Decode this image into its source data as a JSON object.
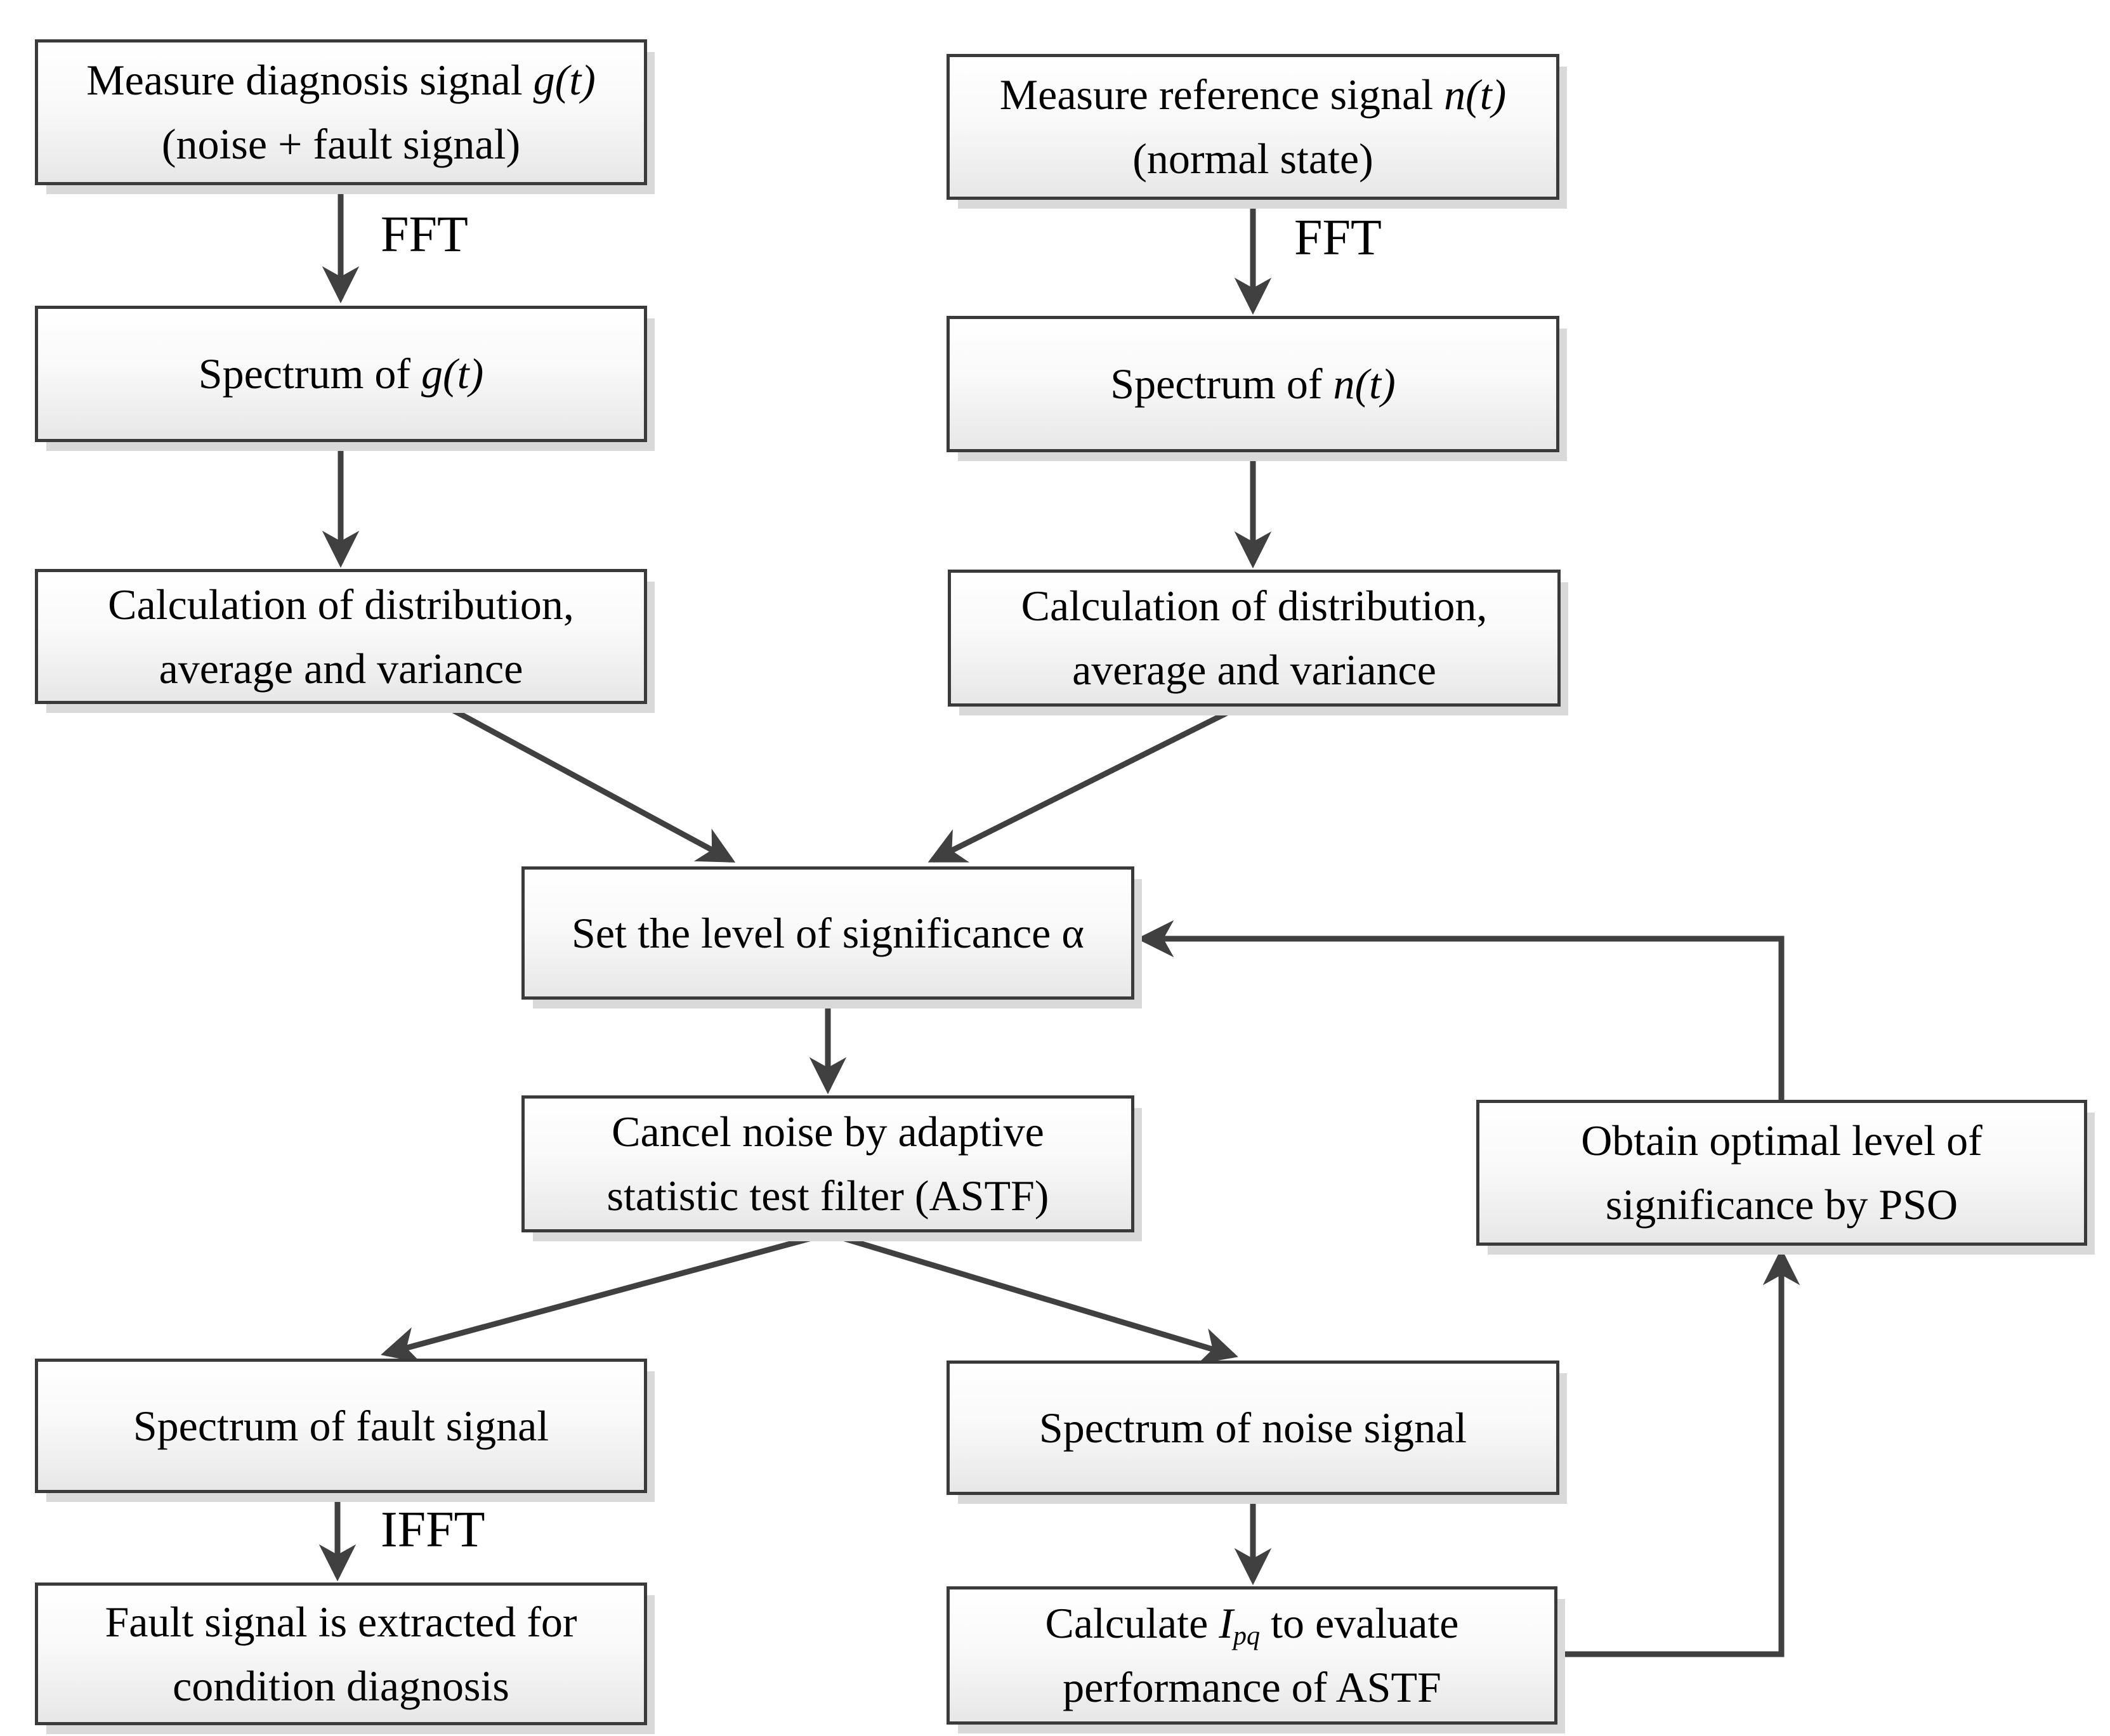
{
  "figure": {
    "title": "ASTF fault-signal extraction flowchart",
    "colors": {
      "box_border": "#3a3a3a",
      "arrow": "#404040",
      "box_fill_top": "#ffffff",
      "box_fill_bottom": "#e7e7e7",
      "shadow": "#d9d9d9",
      "text": "#000000"
    }
  },
  "boxes": {
    "measure_diagnosis": {
      "line1_prefix": "Measure diagnosis signal ",
      "line1_var": "g(t)",
      "line2": "(noise + fault signal)"
    },
    "measure_reference": {
      "line1_prefix": "Measure reference signal ",
      "line1_var": "n(t)",
      "line2": "(normal state)"
    },
    "spectrum_g": {
      "prefix": "Spectrum of ",
      "var": "g(t)"
    },
    "spectrum_n": {
      "prefix": "Spectrum of ",
      "var": "n(t)"
    },
    "calc_dist_left": {
      "line1": "Calculation of distribution,",
      "line2": "average and variance"
    },
    "calc_dist_right": {
      "line1": "Calculation of distribution,",
      "line2": "average and variance"
    },
    "set_level": {
      "label": "Set the level of significance  α"
    },
    "cancel_noise": {
      "line1": "Cancel noise by adaptive",
      "line2": "statistic test filter (ASTF)"
    },
    "spectrum_fault": {
      "label": "Spectrum of fault signal"
    },
    "spectrum_noise": {
      "label": "Spectrum of noise signal"
    },
    "fault_extracted": {
      "line1": "Fault signal is extracted for",
      "line2": "condition diagnosis"
    },
    "calc_ipq": {
      "line1_prefix": "Calculate ",
      "line1_var": "I",
      "line1_sub": "pq",
      "line1_suffix": " to evaluate",
      "line2": "performance of ASTF"
    },
    "obtain_optimal": {
      "line1": "Obtain optimal level of",
      "line2": "significance  by PSO"
    }
  },
  "edge_labels": {
    "fft_left": "FFT",
    "fft_right": "FFT",
    "ifft": "IFFT"
  }
}
